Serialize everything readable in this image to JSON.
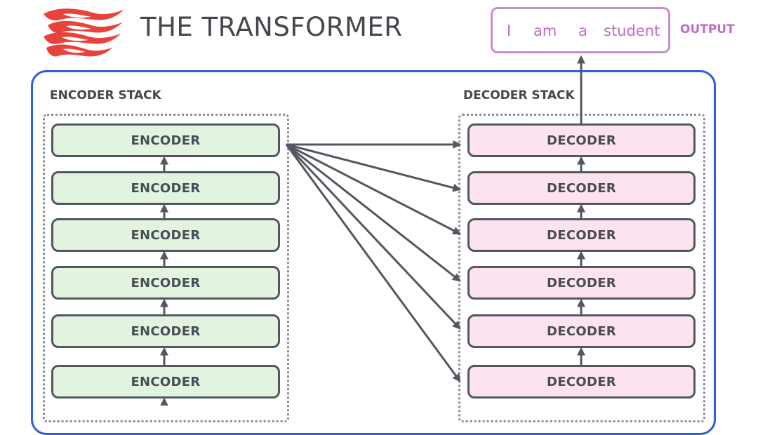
{
  "title": "THE TRANSFORMER",
  "output": {
    "words": [
      "I",
      "am",
      "a",
      "student"
    ],
    "label": "OUTPUT"
  },
  "encoder_stack": {
    "label": "ENCODER STACK",
    "blocks": [
      "ENCODER",
      "ENCODER",
      "ENCODER",
      "ENCODER",
      "ENCODER",
      "ENCODER"
    ]
  },
  "decoder_stack": {
    "label": "DECODER STACK",
    "blocks": [
      "DECODER",
      "DECODER",
      "DECODER",
      "DECODER",
      "DECODER",
      "DECODER"
    ]
  },
  "colors": {
    "frame": "#2d5fd6",
    "output": "#bd6fc1",
    "encoder_fill": "#e2f4e0",
    "decoder_fill": "#fde2f0",
    "logo": "#e8433b",
    "arrow": "#535760"
  }
}
